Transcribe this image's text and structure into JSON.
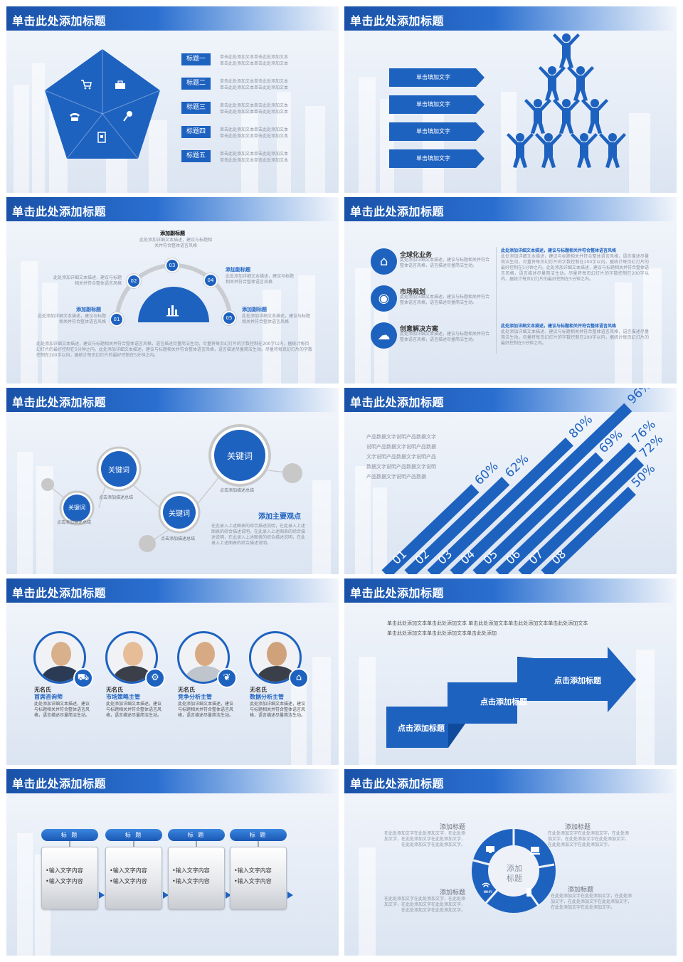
{
  "slides": [
    {
      "title": "单击此处添加标题",
      "items": [
        {
          "label": "标题一",
          "text1": "单击此处添加文本单击此处添加文本",
          "text2": "单击此处添加文本单击此处添加文本"
        },
        {
          "label": "标题二",
          "text1": "单击此处添加文本单击此处添加文本",
          "text2": "单击此处添加文本单击此处添加文本"
        },
        {
          "label": "标题三",
          "text1": "单击此处添加文本单击此处添加文本",
          "text2": "单击此处添加文本单击此处添加文本"
        },
        {
          "label": "标题四",
          "text1": "单击此处添加文本单击此处添加文本",
          "text2": "单击此处添加文本单击此处添加文本"
        },
        {
          "label": "标题五",
          "text1": "单击此处添加文本单击此处添加文本",
          "text2": "单击此处添加文本单击此处添加文本"
        }
      ],
      "icons": [
        "cart-icon",
        "briefcase-icon",
        "phone-icon",
        "microphone-icon",
        "notebook-icon"
      ]
    },
    {
      "title": "单击此处添加标题",
      "arrows": [
        "单击填加文字",
        "单击填加文字",
        "单击填加文字",
        "单击填加文字"
      ]
    },
    {
      "title": "单击此处添加标题",
      "nodes": [
        "01",
        "02",
        "03",
        "04",
        "05"
      ],
      "top_label": "添加副标题",
      "top_text": "此处添加详细文本描述，建议与标题相关并符合整体语言风格",
      "left_text1": "此处添加详细文本描述，建议与标题相关并符合整体语言风格",
      "left_label": "添加副标题",
      "left_text2": "此处添加详细文本描述，建议与标题相关并符合整体语言风格",
      "right_label1": "添加副标题",
      "right_text1": "此处添加详细文本描述，建议与标题相关并符合整体语言风格",
      "right_label2": "添加副标题",
      "right_text2": "此处添加详细文本描述，建议与标题相关并符合整体语言风格",
      "bottom_text": "此处添加详细文本描述，建议与标题相关并符合整体语言风格，语言描述尽量简洁生动。尽量将每页幻灯片的字数控制在200字以内，据统计每页幻灯片的最好控制在5分钟之内。此处添加详细文本描述，建议与标题相关并符合整体语言风格，语言描述尽量简洁生动。尽量将每页幻灯片的字数控制在200字以内，据统计每页幻灯片的最好控制在5分钟之内。"
    },
    {
      "title": "单击此处添加标题",
      "items": [
        {
          "label": "全球化业务",
          "text": "此处添加详细文本描述，建议与标题相关并符合整体语言风格，语言描述尽量简洁生动。",
          "icon": "home-icon"
        },
        {
          "label": "市场规划",
          "text": "此处添加详细文本描述，建议与标题相关并符合整体语言风格，语言描述尽量简洁生动。",
          "icon": "location-pin-icon"
        },
        {
          "label": "创意解决方案",
          "text": "此处添加详细文本描述，建议与标题相关并符合整体语言风格，语言描述尽量简洁生动。",
          "icon": "cloud-icon"
        }
      ],
      "right_head1": "此处添加详细文本描述，建议与标题相关并符合整体语言风格",
      "right_body1": "此处添加详细文本描述，建议与标题相关并符合整体语言风格，语言描述尽量简洁生动。尽量将每页幻灯片的字数控制在200字以内，据统计每页幻灯片的最好控制在5分钟之内。此处添加详细文本描述，建议与标题相关并符合整体语言风格，语言描述尽量简洁生动。尽量将每页幻灯片的字数控制在200字以内，据统计每页幻灯片的最好控制在5分钟之内。",
      "right_head2": "此处添加详细文本描述，建议与标题相关并符合整体语言风格",
      "right_body2": "此处添加详细文本描述，建议与标题相关并符合整体语言风格，语言描述尽量简洁生动。尽量将每页幻灯片的字数控制在200字以内，据统计每页幻灯片的最好控制在5分钟之内。"
    },
    {
      "title": "单击此处添加标题",
      "keywords": [
        "关键词",
        "关键词",
        "关键词",
        "关键词"
      ],
      "captions": [
        "点击添加描述总结",
        "点击添加描述总结",
        "点击添加描述总结",
        "点击添加描述总结"
      ],
      "point_title": "添加主要观点",
      "point_text": "在此录入上述图表的综合描述说明，在此录入上述图表的综合描述说明，在此录入上述图表的综合描述说明，在此录入上述图表的综合描述说明，在此录入上述图表的综合描述说明。"
    },
    {
      "title": "单击此处添加标题",
      "desc": [
        "产品数据文字说明产品数据文字",
        "说明产品数据文字说明产品数据",
        "文字说明产品数据文字说明产品",
        "数据文字说明产品数据文字说明",
        "产品数据文字说明产品数据"
      ],
      "bars": [
        {
          "num": "01",
          "pct": "60%"
        },
        {
          "num": "02",
          "pct": "62%"
        },
        {
          "num": "03",
          "pct": "80%"
        },
        {
          "num": "04",
          "pct": "96%"
        },
        {
          "num": "05",
          "pct": "69%"
        },
        {
          "num": "06",
          "pct": "76%"
        },
        {
          "num": "07",
          "pct": "72%"
        },
        {
          "num": "08",
          "pct": "50%"
        }
      ]
    },
    {
      "title": "单击此处添加标题",
      "people": [
        {
          "name": "无名氏",
          "role": "首席咨询师",
          "text": "此处添加详细文本描述，建议与标题相关并符合整体语言风格，语言描述尽量简洁生动。",
          "icon": "cart-icon"
        },
        {
          "name": "无名氏",
          "role": "市场策略主管",
          "text": "此处添加详细文本描述，建议与标题相关并符合整体语言风格，语言描述尽量简洁生动。",
          "icon": "gear-icon"
        },
        {
          "name": "无名氏",
          "role": "竞争分析主管",
          "text": "此处添加详细文本描述，建议与标题相关并符合整体语言风格，语言描述尽量简洁生动。",
          "icon": "leaf-icon"
        },
        {
          "name": "无名氏",
          "role": "数据分析主管",
          "text": "此处添加详细文本描述，建议与标题相关并符合整体语言风格，语言描述尽量简洁生动。",
          "icon": "bank-icon"
        }
      ]
    },
    {
      "title": "单击此处添加标题",
      "intro1": "单击此处添加文本单击此处添加文本 单击此处添加文本单击此处添加文本单击此处添加文本",
      "intro2": "单击此处添加文本单击此处添加文本单击此处添加",
      "steps": [
        "点击添加标题",
        "点击添加标题",
        "点击添加标题"
      ]
    },
    {
      "title": "单击此处添加标题",
      "cards": [
        {
          "head": "标 题",
          "line1": "•输入文字内容",
          "line2": "•输入文字内容"
        },
        {
          "head": "标 题",
          "line1": "•输入文字内容",
          "line2": "•输入文字内容"
        },
        {
          "head": "标 题",
          "line1": "•输入文字内容",
          "line2": "•输入文字内容"
        },
        {
          "head": "标 题",
          "line1": "•输入文字内容",
          "line2": "•输入文字内容"
        }
      ]
    },
    {
      "title": "单击此处添加标题",
      "center1": "添加",
      "center2": "标题",
      "wifi": "WI-FI",
      "blocks": [
        {
          "label": "添加标题",
          "text": "在此处添加文字在此处添加文字，在此处添加文字，在此处添加文字在此处添加文字，在此处添加文字在此处添加文字。"
        },
        {
          "label": "添加标题",
          "text": "在此处添加文字在此处添加文字，在此处添加文字，在此处添加文字在此处添加文字，在此处添加文字在此处添加文字。"
        },
        {
          "label": "添加标题",
          "text": "在此处添加文字在此处添加文字，在此处添加文字，在此处添加文字在此处添加文字，在此处添加文字在此处添加文字。"
        },
        {
          "label": "添加标题",
          "text": "在此处添加文字在此处添加文字，在此处添加文字，在此处添加文字在此处添加文字，在此处添加文字在此处添加文字。"
        }
      ]
    }
  ],
  "colors": {
    "primary": "#1e62c0",
    "dark": "#1a52a8",
    "gray": "#c8c8c8",
    "text": "#8a92a0"
  }
}
